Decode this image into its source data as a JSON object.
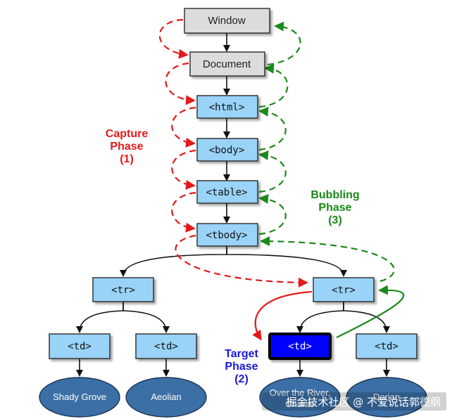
{
  "nodes": {
    "window": "Window",
    "document": "Document",
    "html": "<html>",
    "body": "<body>",
    "table": "<table>",
    "tbody": "<tbody>",
    "tr_left": "<tr>",
    "tr_right": "<tr>",
    "td_1": "<td>",
    "td_2": "<td>",
    "td_target": "<td>",
    "td_4": "<td>"
  },
  "leaves": {
    "shady_grove": "Shady Grove",
    "aeolian": "Aeolian",
    "over_river_line1": "Over the River,",
    "over_river_line2": "Charlie",
    "dorian": "Dorian"
  },
  "labels": {
    "capture_line1": "Capture",
    "capture_line2": "Phase",
    "capture_line3": "(1)",
    "bubbling_line1": "Bubbling",
    "bubbling_line2": "Phase",
    "bubbling_line3": "(3)",
    "target_line1": "Target",
    "target_line2": "Phase",
    "target_line3": "(2)"
  },
  "watermark": "掘金技术社区 @ 不爱说话郭德纲",
  "colors": {
    "capture": "#e31a1a",
    "bubbling": "#1a8a1a",
    "target_label": "#1a1ad6",
    "node_fill": "#99d3f7",
    "gray_fill": "#dcdcdc",
    "target_fill": "#0000ff",
    "leaf_fill": "#3b6fa6"
  }
}
